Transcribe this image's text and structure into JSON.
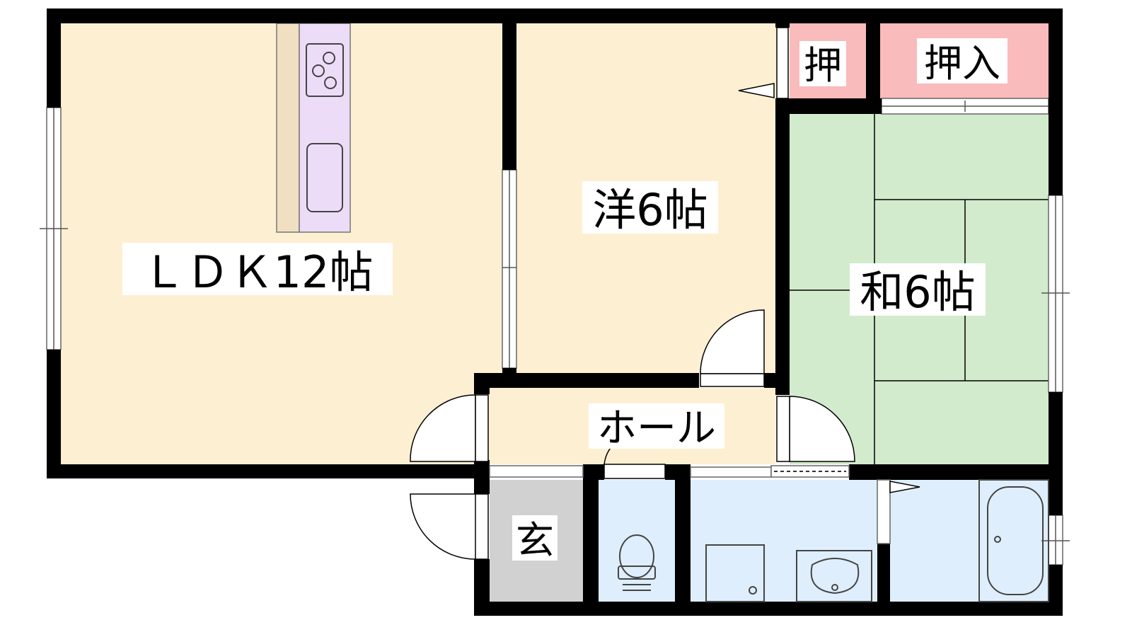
{
  "rooms": {
    "ldk": {
      "label": "ＬＤＫ12帖"
    },
    "western": {
      "label": "洋6帖"
    },
    "japanese": {
      "label": "和6帖"
    },
    "hall": {
      "label": "ホール"
    },
    "closet_small": {
      "label": "押"
    },
    "closet": {
      "label": "押入"
    },
    "entrance": {
      "label": "玄"
    }
  },
  "colors": {
    "floor": "#fdf0d2",
    "tatami": "#d3ebcd",
    "wet": "#dfeefc",
    "closet": "#f9bbbb",
    "genkan": "#d1d1d1",
    "kitchen": "#eddcf7",
    "counter": "#f1dfc1",
    "wall": "#000000"
  }
}
